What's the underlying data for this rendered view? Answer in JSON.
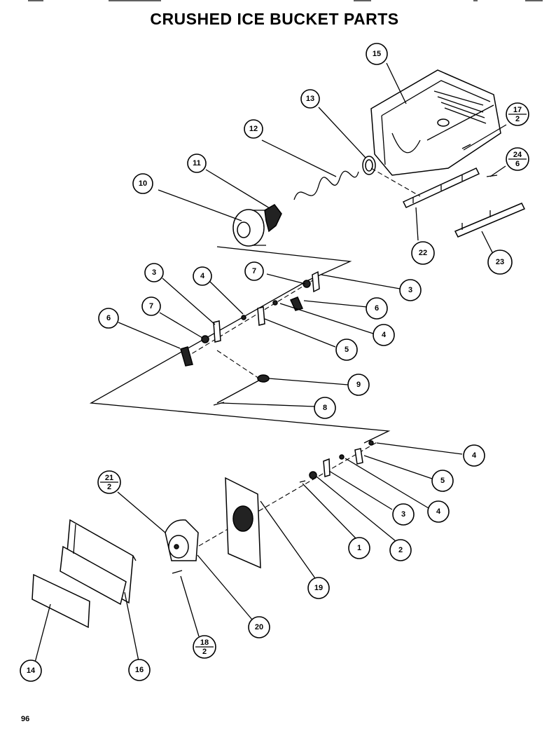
{
  "title": "CRUSHED ICE BUCKET PARTS",
  "page_number": "96",
  "callouts": [
    {
      "id": "c15",
      "num": "15"
    },
    {
      "id": "c13",
      "num": "13"
    },
    {
      "id": "c12",
      "num": "12"
    },
    {
      "id": "c11",
      "num": "11"
    },
    {
      "id": "c10",
      "num": "10"
    },
    {
      "id": "c17",
      "num": "17",
      "den": "2"
    },
    {
      "id": "c24",
      "num": "24",
      "den": "6"
    },
    {
      "id": "c22",
      "num": "22"
    },
    {
      "id": "c23",
      "num": "23"
    },
    {
      "id": "c3a",
      "num": "3"
    },
    {
      "id": "c4a",
      "num": "4"
    },
    {
      "id": "c7a",
      "num": "7"
    },
    {
      "id": "c3b",
      "num": "3"
    },
    {
      "id": "c7b",
      "num": "7"
    },
    {
      "id": "c6a",
      "num": "6"
    },
    {
      "id": "c6b",
      "num": "6"
    },
    {
      "id": "c4b",
      "num": "4"
    },
    {
      "id": "c5a",
      "num": "5"
    },
    {
      "id": "c9",
      "num": "9"
    },
    {
      "id": "c8",
      "num": "8"
    },
    {
      "id": "c4c",
      "num": "4"
    },
    {
      "id": "c5b",
      "num": "5"
    },
    {
      "id": "c3c",
      "num": "3"
    },
    {
      "id": "c4d",
      "num": "4"
    },
    {
      "id": "c21",
      "num": "21",
      "den": "2"
    },
    {
      "id": "c1",
      "num": "1"
    },
    {
      "id": "c2",
      "num": "2"
    },
    {
      "id": "c19",
      "num": "19"
    },
    {
      "id": "c20",
      "num": "20"
    },
    {
      "id": "c18",
      "num": "18",
      "den": "2"
    },
    {
      "id": "c14",
      "num": "14"
    },
    {
      "id": "c16",
      "num": "16"
    }
  ]
}
